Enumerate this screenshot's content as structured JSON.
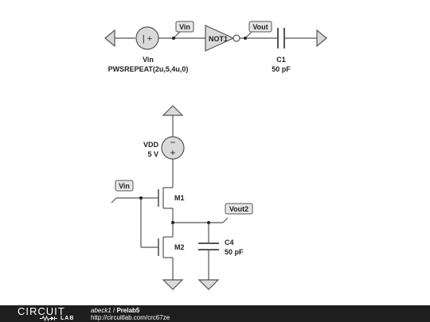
{
  "schematic": {
    "top": {
      "source_name": "Vin",
      "source_value": "PWSREPEAT(2u,5,4u,0)",
      "source_polarity": "| +",
      "gate_label": "NOT1",
      "in_tag": "Vin",
      "out_tag": "Vout",
      "cap_name": "C1",
      "cap_value": "50 pF"
    },
    "bottom": {
      "supply_name": "VDD",
      "supply_value": "5 V",
      "supply_minus": "−",
      "supply_plus": "+",
      "in_tag": "Vin",
      "out_tag": "Vout2",
      "pmos_name": "M1",
      "nmos_name": "M2",
      "cap_name": "C4",
      "cap_value": "50 pF"
    },
    "colors": {
      "wire": "#555555",
      "fill": "#d9d9d9",
      "node": "#222222"
    }
  },
  "footer": {
    "logo_top": "CIRCUIT",
    "logo_bottom": "LAB",
    "author": "abeck1",
    "separator": " / ",
    "title": "Prelab5",
    "url": "http://circuitlab.com/crc67ze"
  }
}
